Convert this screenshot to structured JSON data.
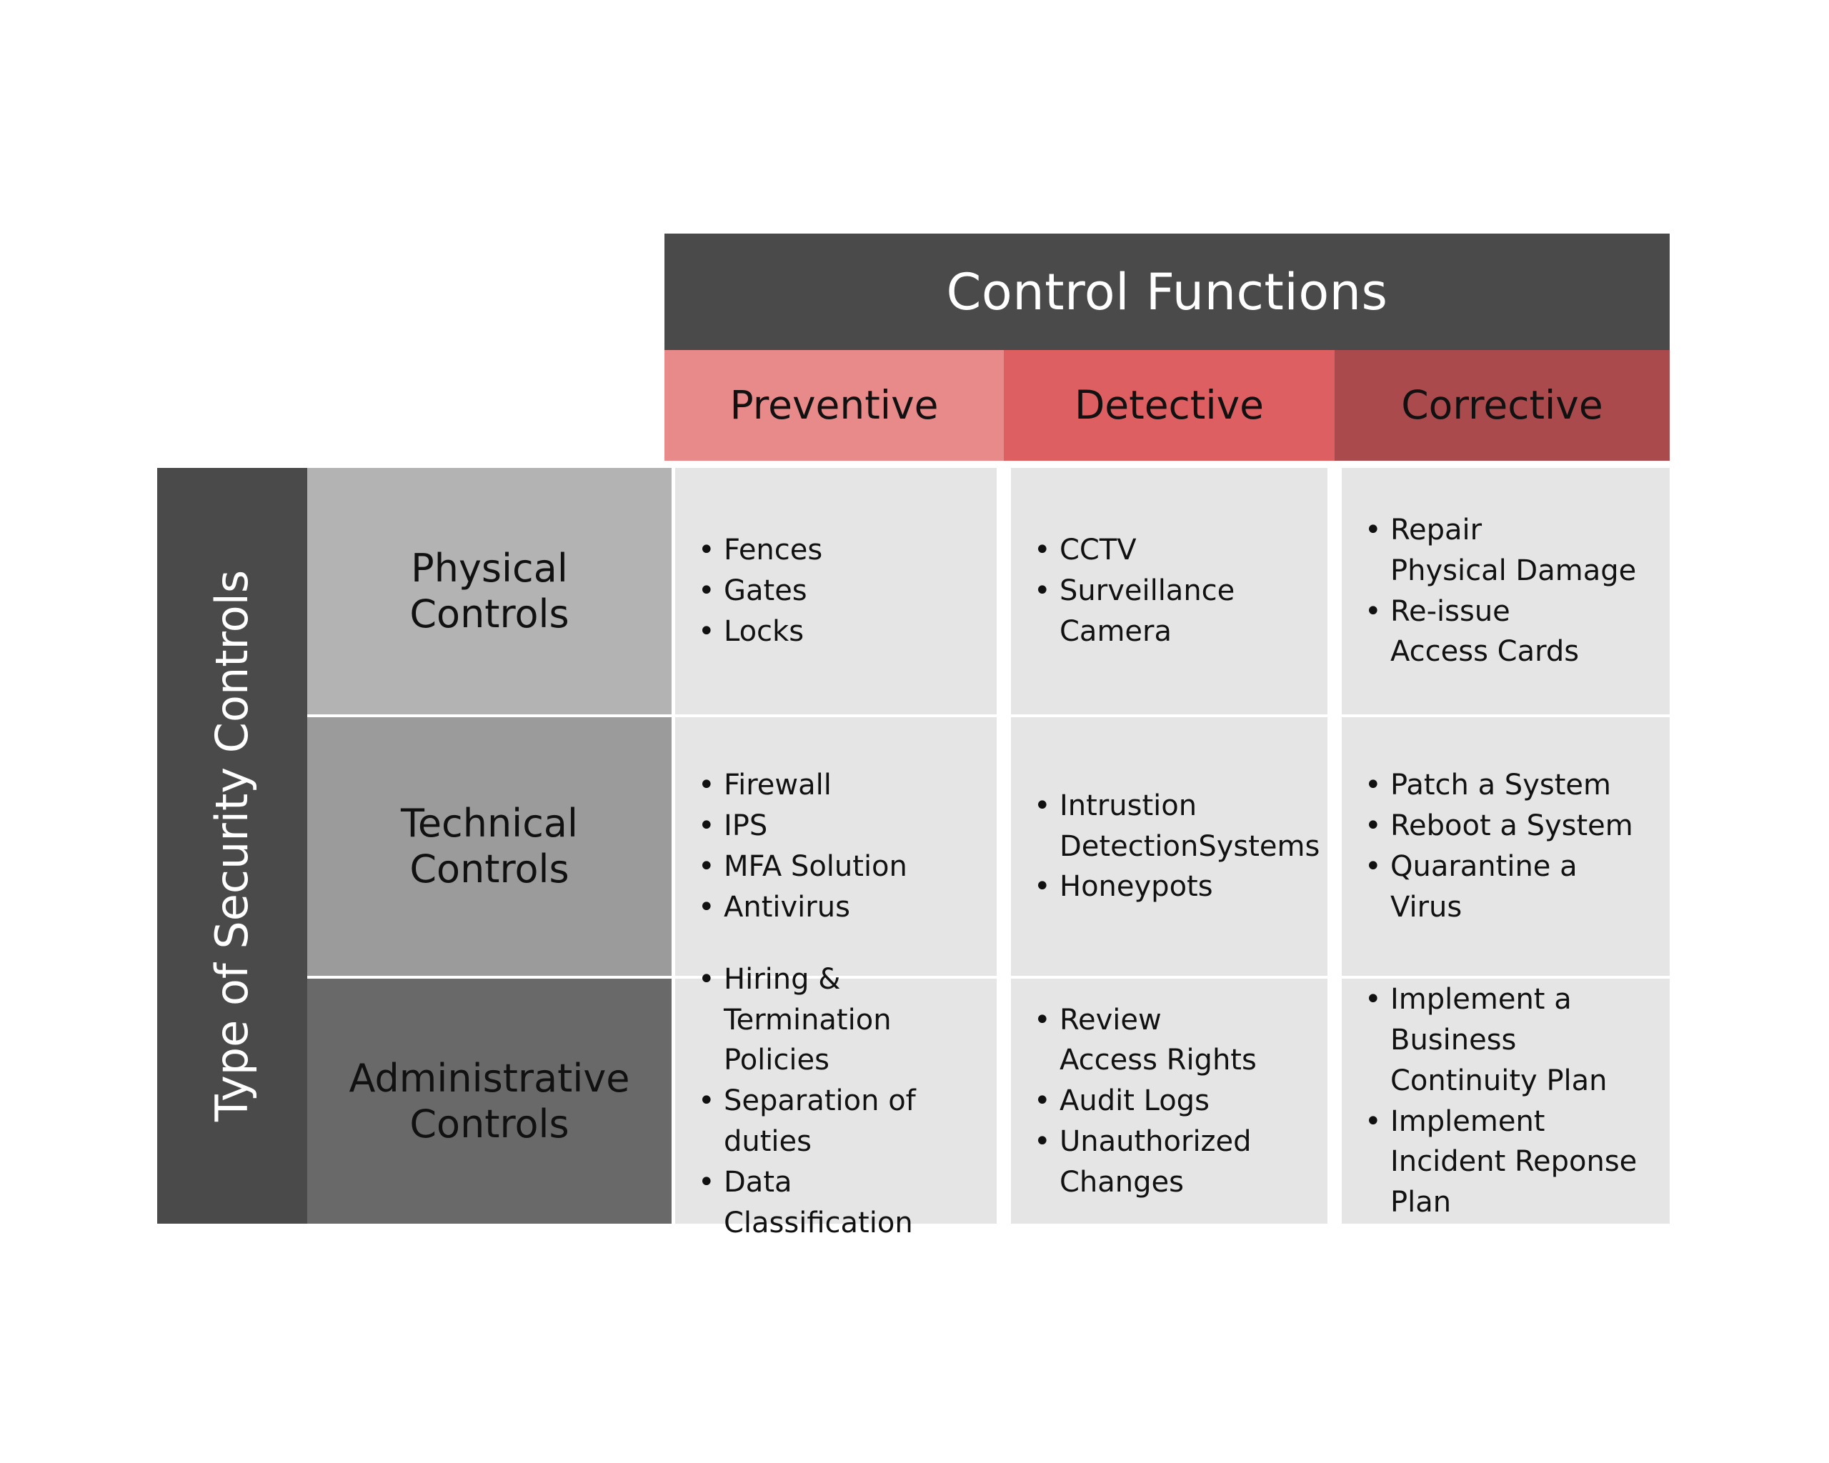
{
  "header": {
    "title": "Control Functions",
    "axis_label": "Type of Security Controls"
  },
  "colors": {
    "dark_band": "#4a4a4a",
    "preventive": "#e88a8a",
    "detective": "#de5f62",
    "corrective": "#aa4a4d",
    "row_physical": "#b3b3b3",
    "row_technical": "#9b9b9b",
    "row_administrative": "#696969",
    "cell_bg": "#e5e5e5",
    "page_bg": "#ffffff"
  },
  "columns": [
    {
      "label": "Preventive"
    },
    {
      "label": "Detective"
    },
    {
      "label": "Corrective"
    }
  ],
  "rows": [
    {
      "label": "Physical\nControls"
    },
    {
      "label": "Technical\nControls"
    },
    {
      "label": "Administrative\nControls"
    }
  ],
  "bullet_glyph": "•",
  "cells": {
    "physical": {
      "preventive": [
        "Fences",
        "Gates",
        "Locks"
      ],
      "detective": [
        "CCTV",
        "Surveillance\nCamera"
      ],
      "corrective": [
        "Repair\nPhysical Damage",
        "Re-issue\nAccess Cards"
      ]
    },
    "technical": {
      "preventive": [
        "Firewall",
        "IPS",
        "MFA Solution",
        "Antivirus"
      ],
      "detective": [
        "Intrustion\nDetectionSystems",
        "Honeypots"
      ],
      "corrective": [
        "Patch a System",
        "Reboot a System",
        "Quarantine a Virus"
      ]
    },
    "administrative": {
      "preventive": [
        "Hiring &\nTermination Policies",
        "Separation of duties",
        "Data Classification"
      ],
      "detective": [
        "Review\nAccess Rights",
        "Audit Logs",
        "Unauthorized\nChanges"
      ],
      "corrective": [
        "Implement a Business\nContinuity Plan",
        "Implement\nIncident Reponse Plan"
      ]
    }
  },
  "chart_data": {
    "type": "table",
    "title": "Control Functions",
    "xlabel": "Control Functions",
    "ylabel": "Type of Security Controls",
    "categories": [
      "Preventive",
      "Detective",
      "Corrective"
    ],
    "index": [
      "Physical Controls",
      "Technical Controls",
      "Administrative Controls"
    ],
    "matrix": [
      [
        [
          "Fences",
          "Gates",
          "Locks"
        ],
        [
          "CCTV",
          "Surveillance Camera"
        ],
        [
          "Repair Physical Damage",
          "Re-issue Access Cards"
        ]
      ],
      [
        [
          "Firewall",
          "IPS",
          "MFA Solution",
          "Antivirus"
        ],
        [
          "Intrustion DetectionSystems",
          "Honeypots"
        ],
        [
          "Patch a System",
          "Reboot a System",
          "Quarantine a Virus"
        ]
      ],
      [
        [
          "Hiring & Termination Policies",
          "Separation of duties",
          "Data Classification"
        ],
        [
          "Review Access Rights",
          "Audit Logs",
          "Unauthorized Changes"
        ],
        [
          "Implement a Business Continuity Plan",
          "Implement Incident Reponse Plan"
        ]
      ]
    ]
  }
}
